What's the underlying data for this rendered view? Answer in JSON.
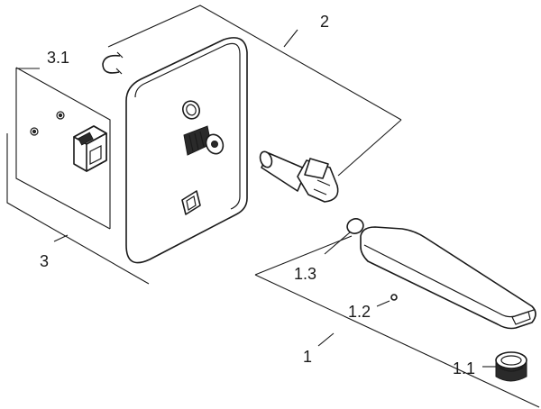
{
  "labels": {
    "part_1": "1",
    "part_1_1": "1.1",
    "part_1_2": "1.2",
    "part_1_3": "1.3",
    "part_2": "2",
    "part_3": "3",
    "part_3_1": "3.1"
  }
}
